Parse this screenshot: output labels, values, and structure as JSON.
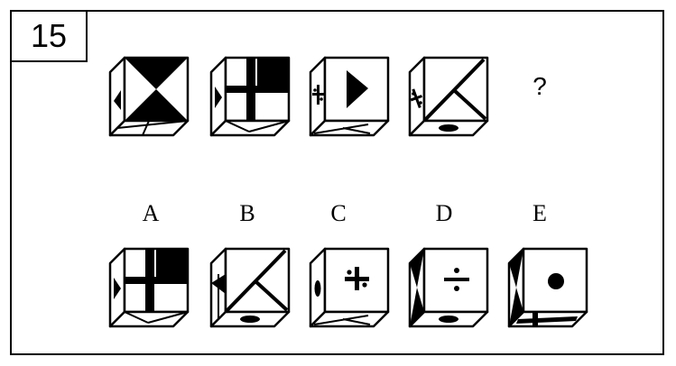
{
  "question_number": "15",
  "unknown_mark": "?",
  "options": [
    {
      "label": "A"
    },
    {
      "label": "B"
    },
    {
      "label": "C"
    },
    {
      "label": "D"
    },
    {
      "label": "E"
    }
  ],
  "colors": {
    "ink": "#000000",
    "paper": "#ffffff"
  }
}
